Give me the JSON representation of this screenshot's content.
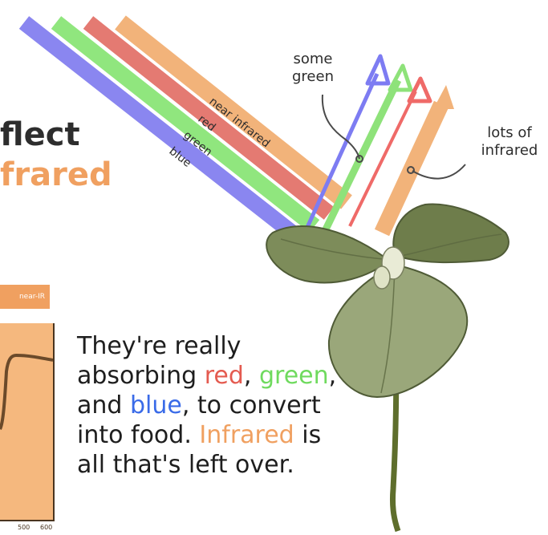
{
  "title": {
    "line1": "flect",
    "line2": "frared"
  },
  "beams": [
    {
      "name": "blue",
      "label": "blue",
      "color": "#8a86f0"
    },
    {
      "name": "green",
      "label": "green",
      "color": "#90e67e"
    },
    {
      "name": "red",
      "label": "red",
      "color": "#e47a72"
    },
    {
      "name": "near-infrared",
      "label": "near infrared",
      "color": "#f2b37a"
    }
  ],
  "reflected": [
    {
      "name": "blue",
      "color": "#7d7cf2"
    },
    {
      "name": "green",
      "color": "#8ee27a"
    },
    {
      "name": "red",
      "color": "#ef6a68"
    },
    {
      "name": "near-infrared",
      "color": "#f2b37a"
    }
  ],
  "callouts": {
    "green": "some\ngreen",
    "infrared": "lots of\ninfrared"
  },
  "chart": {
    "header": "near-IR",
    "tick_labels": [
      "500",
      "600"
    ]
  },
  "body": {
    "part1": "They're really absorbing ",
    "red": "red",
    "comma1": ",",
    "green": "green",
    "part2": ", and ",
    "blue": "blue",
    "part3": ", to convert into food.",
    "infrared": "Infrared",
    "part4": " is all that's left over."
  },
  "colors": {
    "accent_orange": "#f0a060",
    "text_dark": "#1e1e1e",
    "red": "#e45b50",
    "green": "#6fda5e",
    "blue": "#3a6be8",
    "leaf": "#7d8c5a",
    "stem": "#5e6e2c"
  }
}
